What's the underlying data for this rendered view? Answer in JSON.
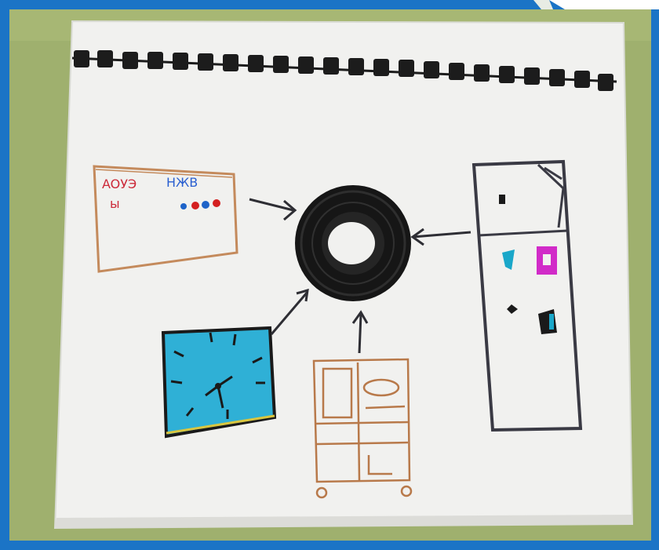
{
  "photo": {
    "frame_color": "#1b74c6",
    "wall_color": "#9fb06e",
    "paper_color": "#f1f1ef",
    "binding_color": "#1c1c1c"
  },
  "drawings": {
    "center": {
      "icon": "ring-icon",
      "color": "#161616"
    },
    "board": {
      "icon": "board-icon",
      "text_line_1": "AOУЭ",
      "text_line_2": "ы",
      "text_blue": "НЖВ",
      "dot_colors": [
        "#1e63c8",
        "#d42020",
        "#1e63c8",
        "#d42020"
      ]
    },
    "clock": {
      "icon": "clock-icon",
      "fill": "#2fb0d6"
    },
    "stove": {
      "icon": "stove-icon",
      "color": "#b8794a"
    },
    "fridge": {
      "icon": "fridge-icon",
      "color": "#3a3a44",
      "magnet_colors": [
        "#1aa7c9",
        "#d12bc8"
      ]
    }
  }
}
